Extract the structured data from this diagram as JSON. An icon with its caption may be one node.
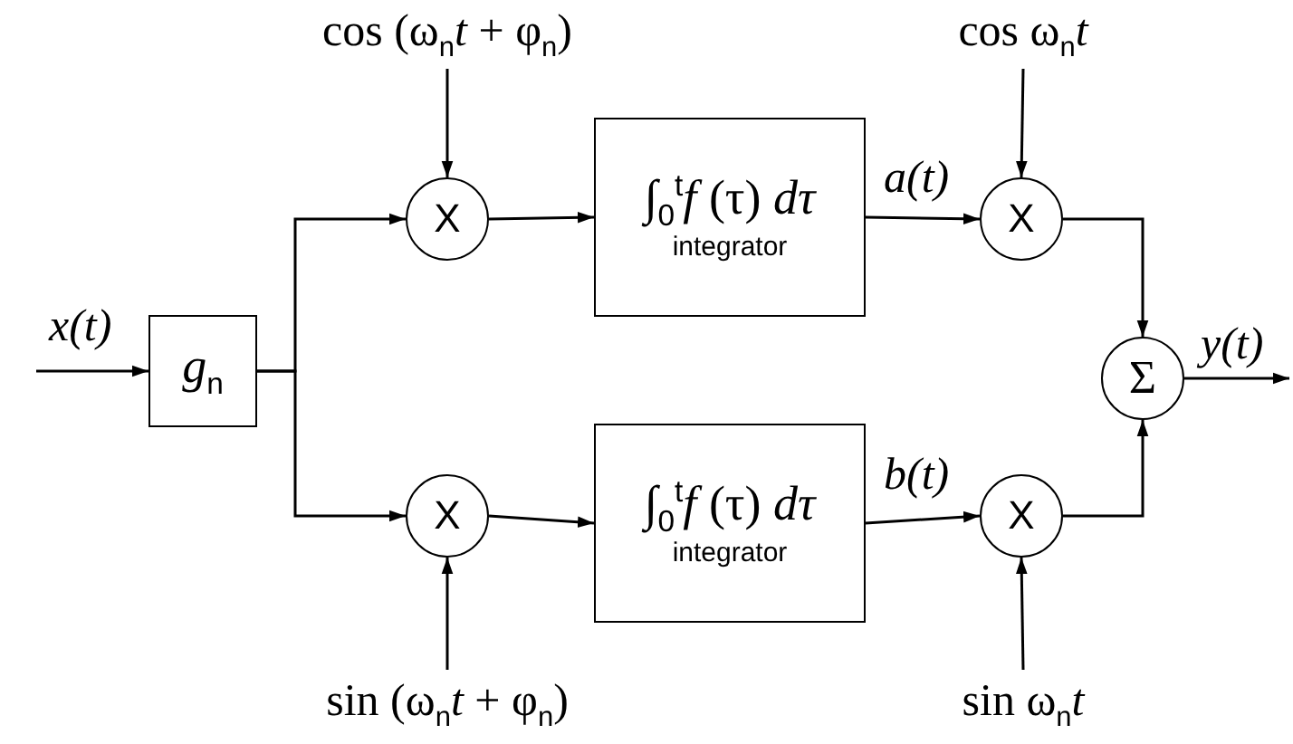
{
  "diagram": {
    "nodes": [
      {
        "text": [
          "cos (ω$_{n}$*t* + φ$_{n}$)"
        ]
      },
      {
        "text": [
          "*g*$_{n}$"
        ]
      },
      {
        "text": [
          "X"
        ]
      },
      {
        "text": [
          "∫$_{0}$$^{t}$*f* (τ) *dτ*",
          "integrator"
        ]
      },
      {
        "text": [
          "X"
        ]
      },
      {
        "text": [
          "cos ω$_{n}$*t*"
        ]
      },
      {
        "text": [
          "Σ"
        ]
      },
      {
        "text": [
          "X"
        ]
      },
      {
        "text": [
          "∫$_{0}$$^{t}$*f* (τ) *dτ*",
          "integrator"
        ]
      },
      {
        "text": [
          "X"
        ]
      },
      {
        "text": [
          "sin (ω$_{n}$*t* + φ$_{n}$)"
        ]
      },
      {
        "text": [
          "sin ω$_{n}$*t*"
        ]
      }
    ],
    "edges": [
      {
        "from": null,
        "to": 1,
        "arrow": "to",
        "label": "x(t)"
      },
      {
        "from": 1,
        "to": 2,
        "arrow": "to"
      },
      {
        "from": 1,
        "to": 7,
        "arrow": "to"
      },
      {
        "from": 0,
        "to": 2,
        "arrow": "to"
      },
      {
        "from": 2,
        "to": 3,
        "arrow": "to"
      },
      {
        "from": 3,
        "to": 4,
        "arrow": "to",
        "label": "a(t)"
      },
      {
        "from": 5,
        "to": 4,
        "arrow": "to"
      },
      {
        "from": 4,
        "to": 6,
        "arrow": "to"
      },
      {
        "from": 6,
        "to": null,
        "arrow": "to",
        "label": "y(t)"
      },
      {
        "from": 10,
        "to": 7,
        "arrow": "to"
      },
      {
        "from": 7,
        "to": 8,
        "arrow": "to"
      },
      {
        "from": 8,
        "to": 9,
        "arrow": "to",
        "label": "b(t)"
      },
      {
        "from": 11,
        "to": 9,
        "arrow": "to"
      },
      {
        "from": 9,
        "to": 6,
        "arrow": "to"
      }
    ]
  }
}
